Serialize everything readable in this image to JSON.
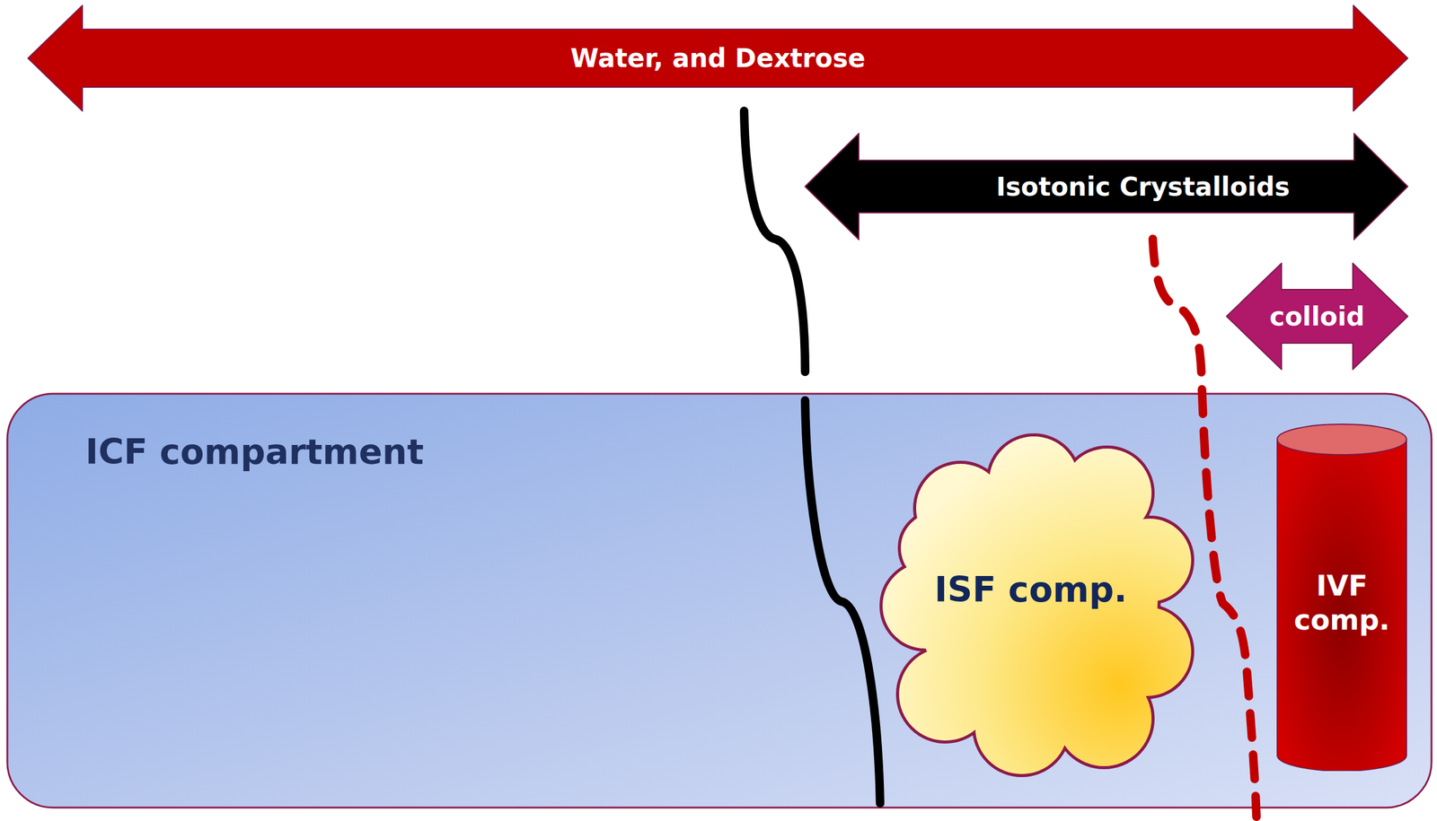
{
  "diagram": {
    "nodes": [
      {
        "text": [
          "Water, and Dextrose"
        ]
      },
      {
        "text": [
          "Isotonic Crystalloids"
        ]
      },
      {
        "text": [
          "colloid"
        ]
      },
      {
        "text": [
          "ICF compartment"
        ]
      },
      {
        "text": [
          "ISF comp."
        ],
        "in": 3
      },
      {
        "text": [
          "IVF comp."
        ],
        "in": 3
      }
    ]
  }
}
